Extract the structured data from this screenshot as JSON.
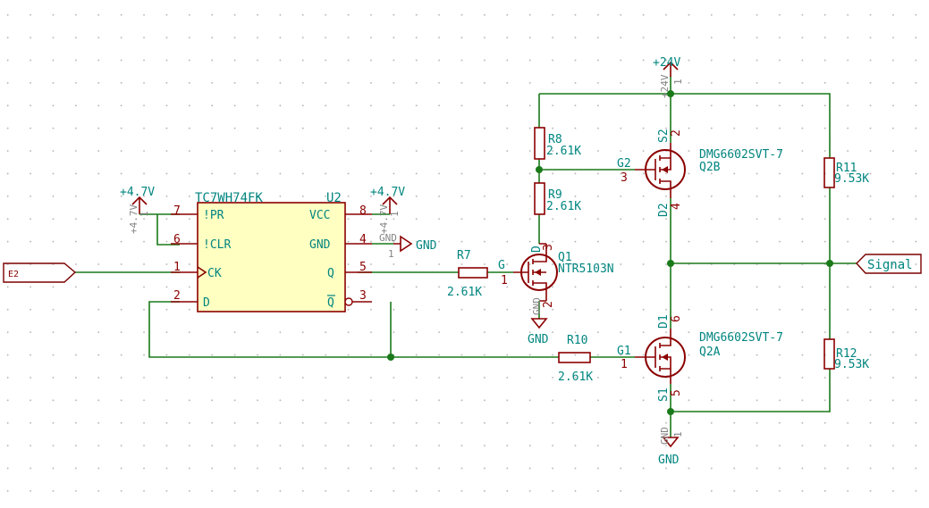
{
  "u2": {
    "ref": "U2",
    "value": "TC7WH74FK",
    "pins": {
      "pr": "!PR",
      "clr": "!CLR",
      "ck": "CK",
      "d": "D",
      "vcc": "VCC",
      "gnd": "GND",
      "q": "Q",
      "qn": "Q"
    },
    "nums": {
      "pr": "7",
      "clr": "6",
      "ck": "1",
      "d": "2",
      "vcc": "8",
      "gnd": "4",
      "q": "5",
      "qn": "3"
    }
  },
  "q1": {
    "ref": "Q1",
    "value": "NTR5103N",
    "g": "G",
    "d": "D",
    "pin_g": "1",
    "pin_d": "3",
    "s_label": "GND",
    "s_pin": "2"
  },
  "q2b": {
    "ref": "Q2B",
    "value": "DMG6602SVT-7",
    "g_label": "G2",
    "g_pin": "3",
    "s_label": "S2",
    "s_pin": "2",
    "d_label": "D2",
    "d_pin": "4"
  },
  "q2a": {
    "ref": "Q2A",
    "value": "DMG6602SVT-7",
    "g_label": "G1",
    "g_pin": "1",
    "d_label": "D1",
    "d_pin": "6",
    "s_label": "S1",
    "s_pin": "5"
  },
  "resistors": {
    "r7": {
      "ref": "R7",
      "value": "2.61K"
    },
    "r8": {
      "ref": "R8",
      "value": "2.61K"
    },
    "r9": {
      "ref": "R9",
      "value": "2.61K"
    },
    "r10": {
      "ref": "R10",
      "value": "2.61K"
    },
    "r11": {
      "ref": "R11",
      "value": "9.53K"
    },
    "r12": {
      "ref": "R12",
      "value": "9.53K"
    }
  },
  "power": {
    "p47_left": "+4.7V",
    "p47_left_hidden": "+4.7V",
    "p47_left_pin": "1",
    "p47_right": "+4.7V",
    "p47_right_hidden": "+4.7V",
    "p47_right_pin": "1",
    "gnd_u2": "GND",
    "gnd_u2_hidden": "GND",
    "gnd_u2_pin": "1",
    "p24": "+24V",
    "p24_hidden": "+24V",
    "p24_pin": "1",
    "gnd_q1": "GND",
    "gnd_q2": "GND",
    "gnd_q2_hidden": "GND",
    "gnd_q2_pin": "1"
  },
  "labels": {
    "input": "E2",
    "output": "Signal"
  },
  "colors": {
    "wire": "#1a7a1a",
    "body": "#8b0000",
    "body_fill": "#ffffc2",
    "text": "#00857f",
    "hidden_text": "#848484"
  }
}
